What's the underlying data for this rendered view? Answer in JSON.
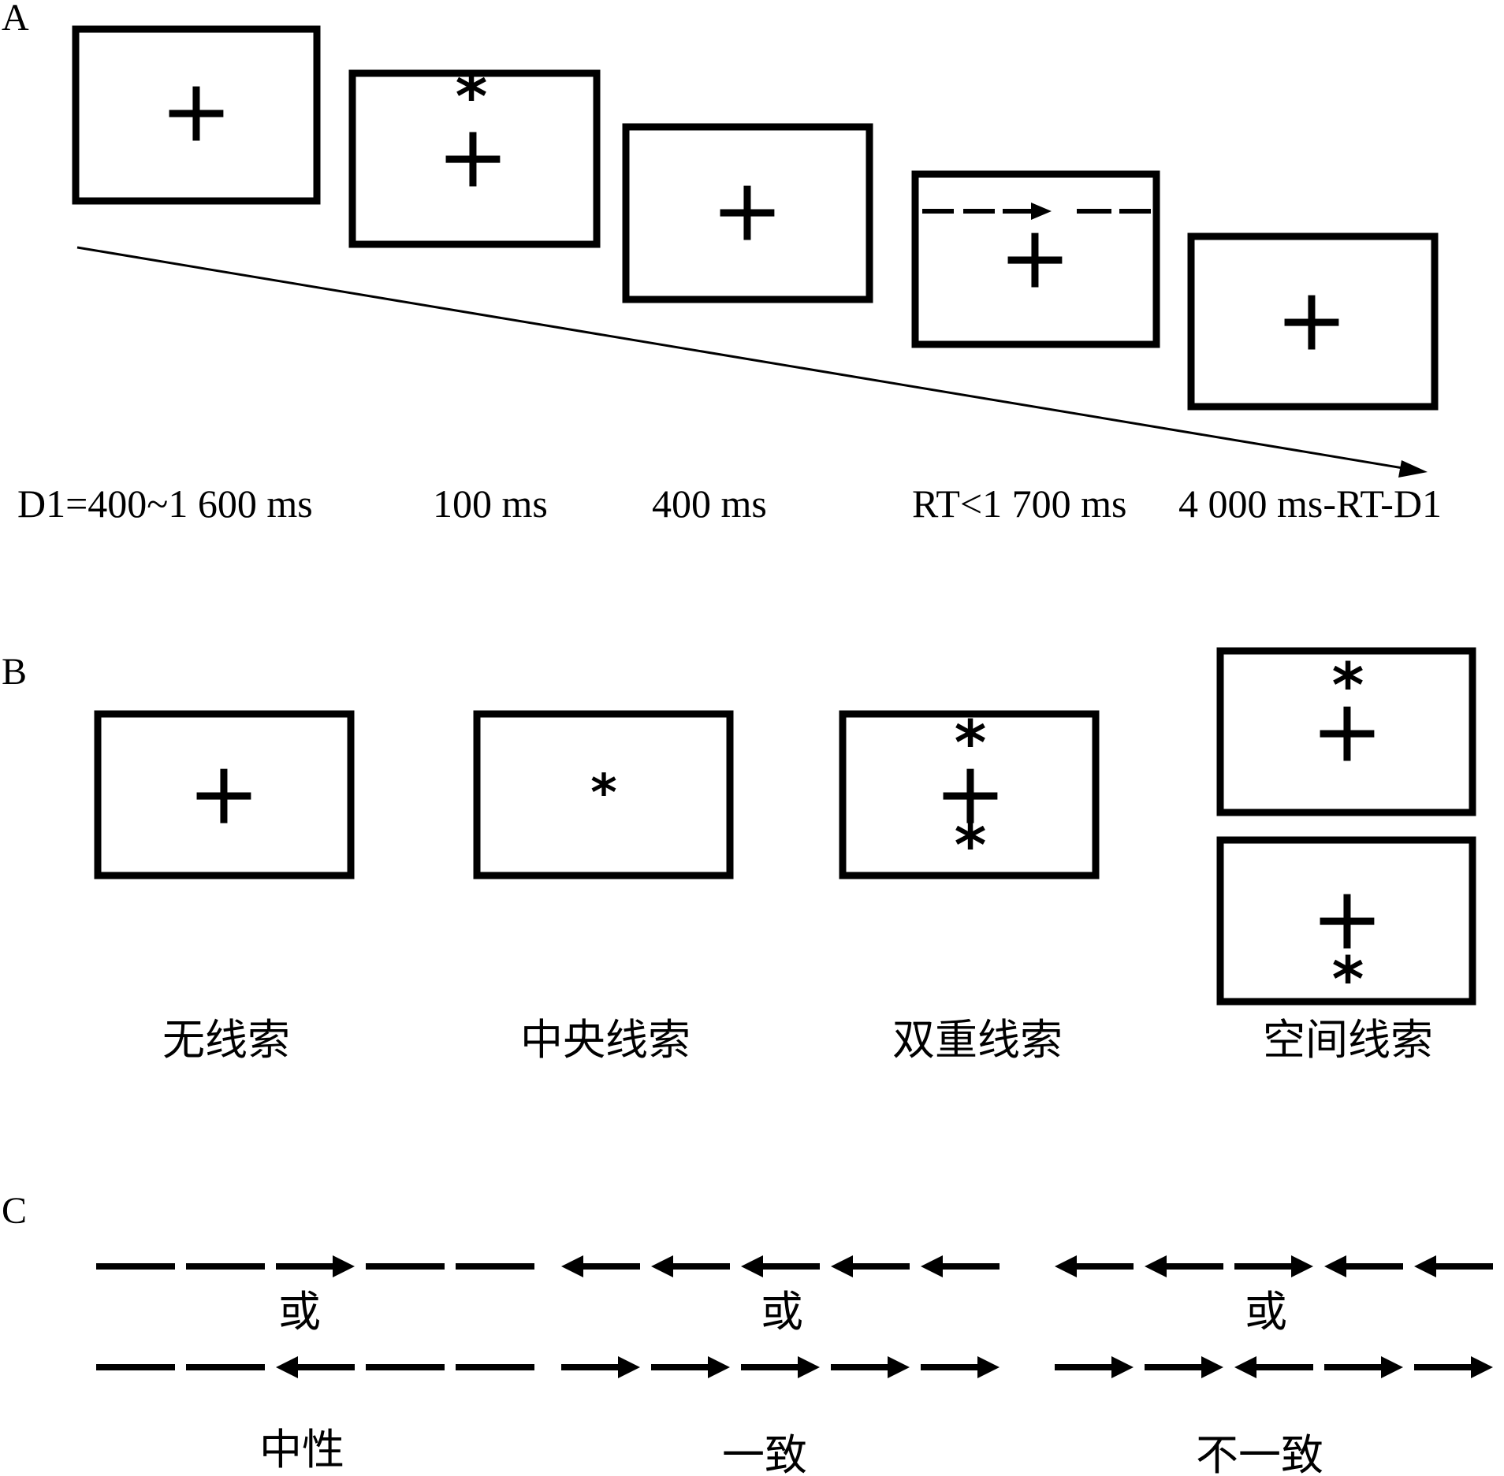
{
  "panel_labels": [
    "A",
    "B",
    "C"
  ],
  "panel_a": {
    "timings": [
      "D1=400~1 600 ms",
      "100 ms",
      "400 ms",
      "RT<1 700 ms",
      "4 000 ms-RT-D1"
    ]
  },
  "panel_b": {
    "labels": [
      "无线索",
      "中央线索",
      "双重线索",
      "空间线索"
    ]
  },
  "panel_c": {
    "or_text": "或",
    "labels": [
      "中性",
      "一致",
      "不一致"
    ],
    "rows": [
      {
        "top": [
          "line",
          "line",
          "right",
          "line",
          "line"
        ],
        "bottom": [
          "line",
          "line",
          "left",
          "line",
          "line"
        ]
      },
      {
        "top": [
          "left",
          "left",
          "left",
          "left",
          "left"
        ],
        "bottom": [
          "right",
          "right",
          "right",
          "right",
          "right"
        ]
      },
      {
        "top": [
          "left",
          "left",
          "right",
          "left",
          "left"
        ],
        "bottom": [
          "right",
          "right",
          "left",
          "right",
          "right"
        ]
      }
    ]
  },
  "symbols": {
    "fixation": "+",
    "cue": "*"
  }
}
